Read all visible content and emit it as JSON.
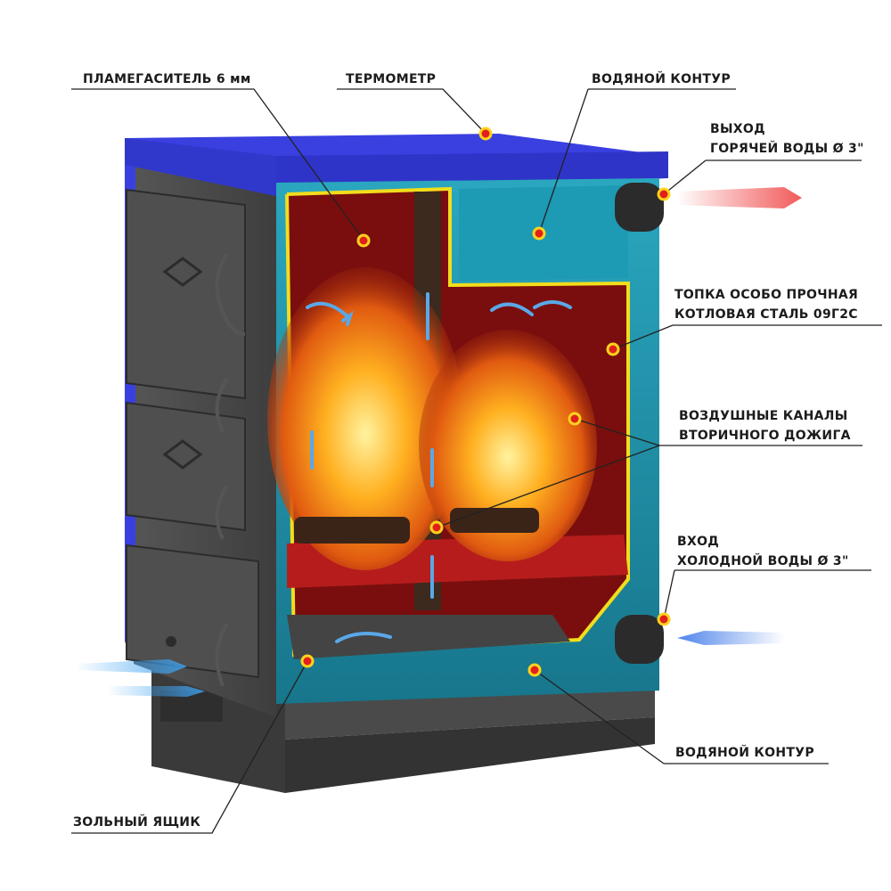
{
  "labels": {
    "flame_arrester": "ПЛАМЕГАСИТЕЛЬ 6 мм",
    "thermometer": "ТЕРМОМЕТР",
    "water_circuit_top": "ВОДЯНОЙ КОНТУР",
    "hot_water_out": [
      "ВЫХОД",
      "ГОРЯЧЕЙ ВОДЫ Ø 3\""
    ],
    "firebox": [
      "ТОПКА  ОСОБО ПРОЧНАЯ",
      "КОТЛОВАЯ СТАЛЬ 09Г2С"
    ],
    "air_channels": [
      "ВОЗДУШНЫЕ КАНАЛЫ",
      "ВТОРИЧНОГО ДОЖИГА"
    ],
    "cold_water_in": [
      "ВХОД",
      "ХОЛОДНОЙ ВОДЫ Ø 3\""
    ],
    "water_circuit_bottom": "ВОДЯНОЙ КОНТУР",
    "ash_box": "ЗОЛЬНЫЙ ЯЩИК"
  },
  "colors": {
    "top_lid": "#3a3fe0",
    "body": "#4a4a4a",
    "water_jacket": "#1f8fa8",
    "firebox": "#8a1010",
    "insulation_line": "#f2dd1c",
    "marker": "#e0201c",
    "hot_arrow": "#f06060",
    "cold_arrow": "#5a8fe8"
  }
}
